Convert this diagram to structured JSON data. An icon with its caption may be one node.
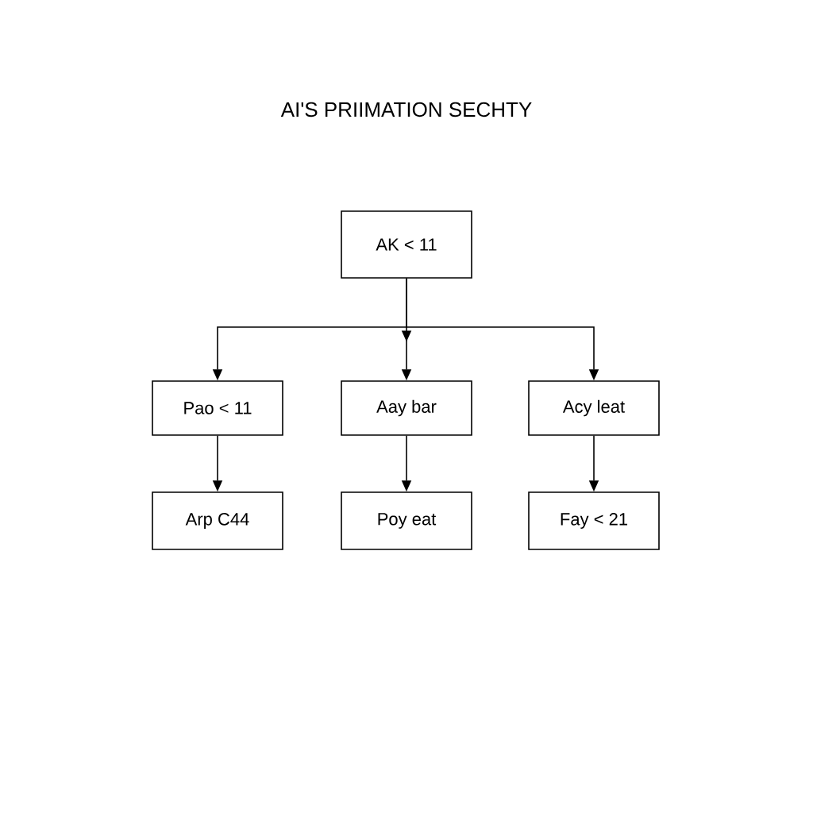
{
  "diagram": {
    "title": "AI'S PRIIMATION SECHTY",
    "nodes": [
      {
        "text": [
          "AK < 11"
        ]
      },
      {
        "text": [
          "Pao < 11"
        ]
      },
      {
        "text": [
          "Aay bar"
        ]
      },
      {
        "text": [
          "Acy leat"
        ]
      },
      {
        "text": [
          "Arp C44"
        ]
      },
      {
        "text": [
          "Poy eat"
        ]
      },
      {
        "text": [
          "Fay < 21"
        ]
      }
    ],
    "edges": [
      {
        "from": 0,
        "to": 1,
        "arrow": "to"
      },
      {
        "from": 0,
        "to": 2,
        "arrow": "to"
      },
      {
        "from": 0,
        "to": 3,
        "arrow": "to"
      },
      {
        "from": 1,
        "to": 4,
        "arrow": "to"
      },
      {
        "from": 2,
        "to": 5,
        "arrow": "to"
      },
      {
        "from": 3,
        "to": 6,
        "arrow": "to"
      }
    ]
  }
}
